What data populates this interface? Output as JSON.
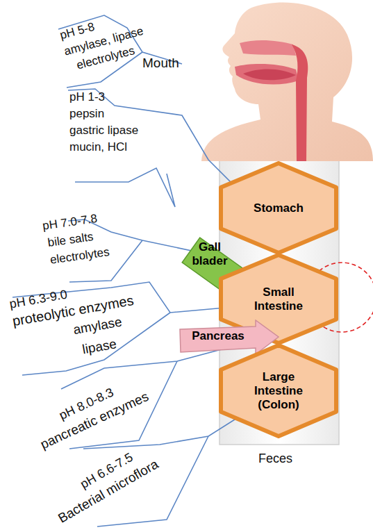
{
  "diagram": {
    "nodes": [
      {
        "text": [
          "Stomach"
        ]
      },
      {
        "text": [
          "Gall blader"
        ]
      },
      {
        "text": [
          "Small Intestine"
        ]
      },
      {
        "text": [
          "Pancreas"
        ]
      },
      {
        "text": [
          "Large Intestine (Colon)"
        ]
      }
    ],
    "labels": [
      "Mouth",
      "pH 5-8",
      "amylase, lipase",
      "electrolytes",
      "pH 1-3",
      "pepsin",
      "gastric lipase",
      "mucin, HCl",
      "pH 7.0-7.8",
      "bile salts",
      "electrolytes",
      "pH 6.3-9.0",
      "proteolytic enzymes",
      "amylase",
      "lipase",
      "pH 8.0-8.3",
      "pancreatic enzymes",
      "pH 6.6-7.5",
      "Bacterial microflora",
      "Feces"
    ]
  }
}
